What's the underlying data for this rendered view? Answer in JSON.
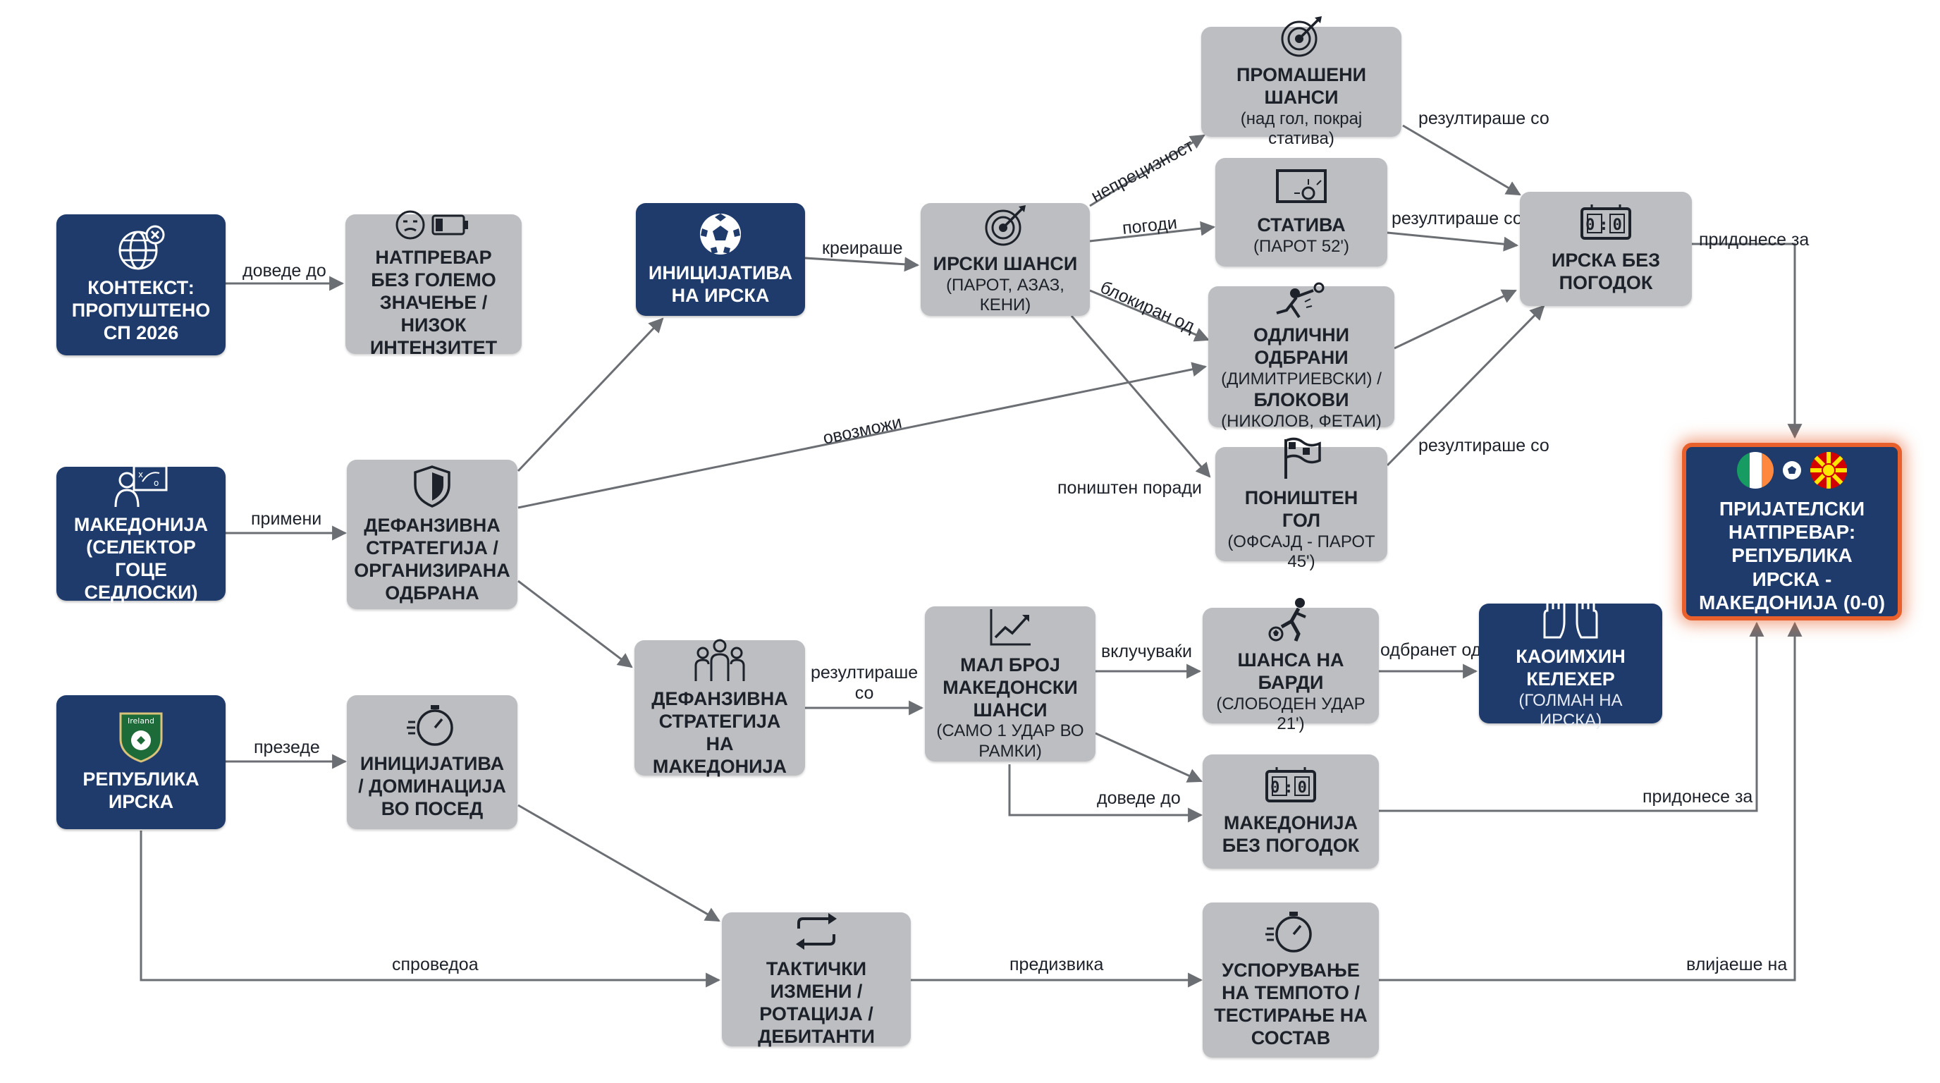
{
  "nodes": {
    "context": {
      "title": "КОНТЕКСТ: ПРОПУШТЕНО СП 2026",
      "icon": "globe-x-icon"
    },
    "low_intensity": {
      "title": "НАТПРЕВАР БЕЗ ГОЛЕМО ЗНАЧЕЊЕ / НИЗОК ИНТЕНЗИТЕТ",
      "icon": "bored-face-battery-icon"
    },
    "macedonia_coach": {
      "title": "МАКЕДОНИЈА (СЕЛЕКТОР ГОЦЕ СЕДЛОСКИ)",
      "icon": "coach-tactics-board-icon"
    },
    "defensive_strategy": {
      "title": "ДЕФАНЗИВНА СТРАТЕГИЈА / ОРГАНИЗИРАНА ОДБРАНА",
      "icon": "shield-icon"
    },
    "ireland": {
      "title": "РЕПУБЛИКА ИРСКА",
      "icon": "ireland-crest-icon",
      "crest_text": "Ireland"
    },
    "possession": {
      "title": "ИНИЦИЈАТИВА / ДОМИНАЦИЈА ВО ПОСЕД",
      "icon": "stopwatch-icon"
    },
    "ireland_initiative": {
      "title": "ИНИЦИЈАТИВА НА ИРСКА",
      "icon": "soccer-ball-icon"
    },
    "irish_chances": {
      "title": "ИРСКИ ШАНСИ",
      "subtitle": "(ПАРОТ, АЗАЗ, КЕНИ)",
      "icon": "target-icon"
    },
    "missed_chances": {
      "title": "ПРОМАШЕНИ ШАНСИ",
      "subtitle": "(над гол, покрај статива)",
      "icon": "target-icon"
    },
    "post": {
      "title": "СТАТИВА",
      "subtitle": "(ПАРОТ 52')",
      "icon": "goal-post-icon"
    },
    "saves": {
      "title": "ОДЛИЧНИ ОДБРАНИ",
      "subtitle1": "(ДИМИТРИЕВСКИ) /",
      "title2": "БЛОКОВИ",
      "subtitle2": "(НИКОЛОВ, ФЕТАИ)",
      "icon": "goalkeeper-save-icon"
    },
    "disallowed_goal": {
      "title": "ПОНИШТЕН ГОЛ",
      "subtitle": "(ОФСАЈД - ПАРОТ 45')",
      "icon": "offside-flag-icon"
    },
    "ireland_no_goals": {
      "title": "ИРСКА БЕЗ ПОГОДОК",
      "icon": "scoreboard-icon",
      "score": "0:0"
    },
    "final": {
      "title": "ПРИЈАТЕЛСКИ НАТПРЕВАР: РЕПУБЛИКА ИРСКА - МАКЕДОНИЈА (0-0)",
      "icon": "flags-ball-icon"
    },
    "mk_def_strategy": {
      "title": "ДЕФАНЗИВНА СТРАТЕГИЈА НА МАКЕДОНИЈА",
      "icon": "team-group-icon"
    },
    "few_chances": {
      "title": "МАЛ БРОЈ МАКЕДОНСКИ ШАНСИ",
      "subtitle": "(САМО 1 УДАР ВО РАМКИ)",
      "icon": "trend-chart-icon"
    },
    "bardi_chance": {
      "title": "ШАНСА НА БАРДИ",
      "subtitle": "(СЛОБОДЕН УДАР 21')",
      "icon": "player-kick-icon"
    },
    "kelleher": {
      "title": "КАОИМХИН КЕЛЕХЕР",
      "subtitle": "(ГОЛМАН НА ИРСКА)",
      "icon": "goalkeeper-gloves-icon"
    },
    "mk_no_goals": {
      "title": "МАКЕДОНИЈА БЕЗ ПОГОДОК",
      "icon": "scoreboard-icon",
      "score": "0:0"
    },
    "tactical_changes": {
      "title": "ТАКТИЧКИ ИЗМЕНИ / РОТАЦИЈА / ДЕБИТАНТИ",
      "icon": "swap-arrows-icon"
    },
    "tempo": {
      "title": "УСПОРУВАЊЕ НА ТЕМПОТО / ТЕСТИРАЊЕ НА СОСТАВ",
      "icon": "stopwatch-icon"
    }
  },
  "edges": {
    "led_to": "доведе до",
    "applied": "примени",
    "took_over": "презеде",
    "created": "креираше",
    "imprecision": "непрецизност",
    "hit": "погоди",
    "blocked_by": "блокиран од",
    "disallowed_due": "поништен поради",
    "enabled": "овозможи",
    "resulted_in": "резултираше со",
    "contributed_to": "придонесе за",
    "resulted_in_break": "резултираше со",
    "includes": "вклучуваќи",
    "defended_by": "одбранет од",
    "led_to_2": "доведе до",
    "contributed_to_2": "придонесе за",
    "conducted": "спроведоа",
    "caused": "предизвика",
    "influenced": "влијаеше на"
  },
  "colors": {
    "navy": "#1f3b6b",
    "gray": "#bcbec1",
    "accent": "#e8602c",
    "edge": "#6b6e73"
  }
}
